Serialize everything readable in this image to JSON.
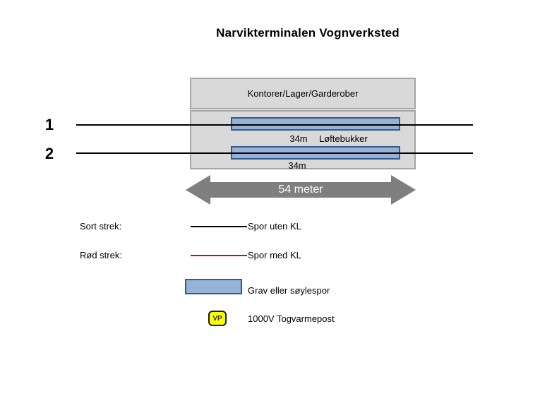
{
  "title": "Narvikterminalen Vognverksted",
  "building": {
    "label": "Kontorer/Lager/Garderober"
  },
  "tracks": [
    {
      "number": "1",
      "pit_length": "34m",
      "annotation": "Løftebukker"
    },
    {
      "number": "2",
      "pit_length": "34m",
      "annotation": ""
    }
  ],
  "dimension_arrow": {
    "label": "54 meter"
  },
  "legend": {
    "rows": [
      {
        "label": "Sort strek:",
        "symbol": "black-line",
        "description": "Spor uten KL"
      },
      {
        "label": "Rød strek:",
        "symbol": "red-line",
        "description": "Spor med KL"
      },
      {
        "label": "",
        "symbol": "blue-rect",
        "description": "Grav eller søylespor"
      },
      {
        "label": "",
        "symbol": "vp-box",
        "symbol_text": "VP",
        "description": "1000V Togvarmepost"
      }
    ]
  },
  "colors": {
    "building_fill": "#d9d9d9",
    "building_border": "#a6a6a6",
    "pit_fill": "#95b3d7",
    "pit_border": "#37598c",
    "track_line": "#000000",
    "kl_line_red": "#e60000",
    "arrow_gray": "#7f7f7f",
    "arrow_text": "#ffffff",
    "vp_fill": "#ffff00",
    "vp_border": "#1a1a1a"
  }
}
